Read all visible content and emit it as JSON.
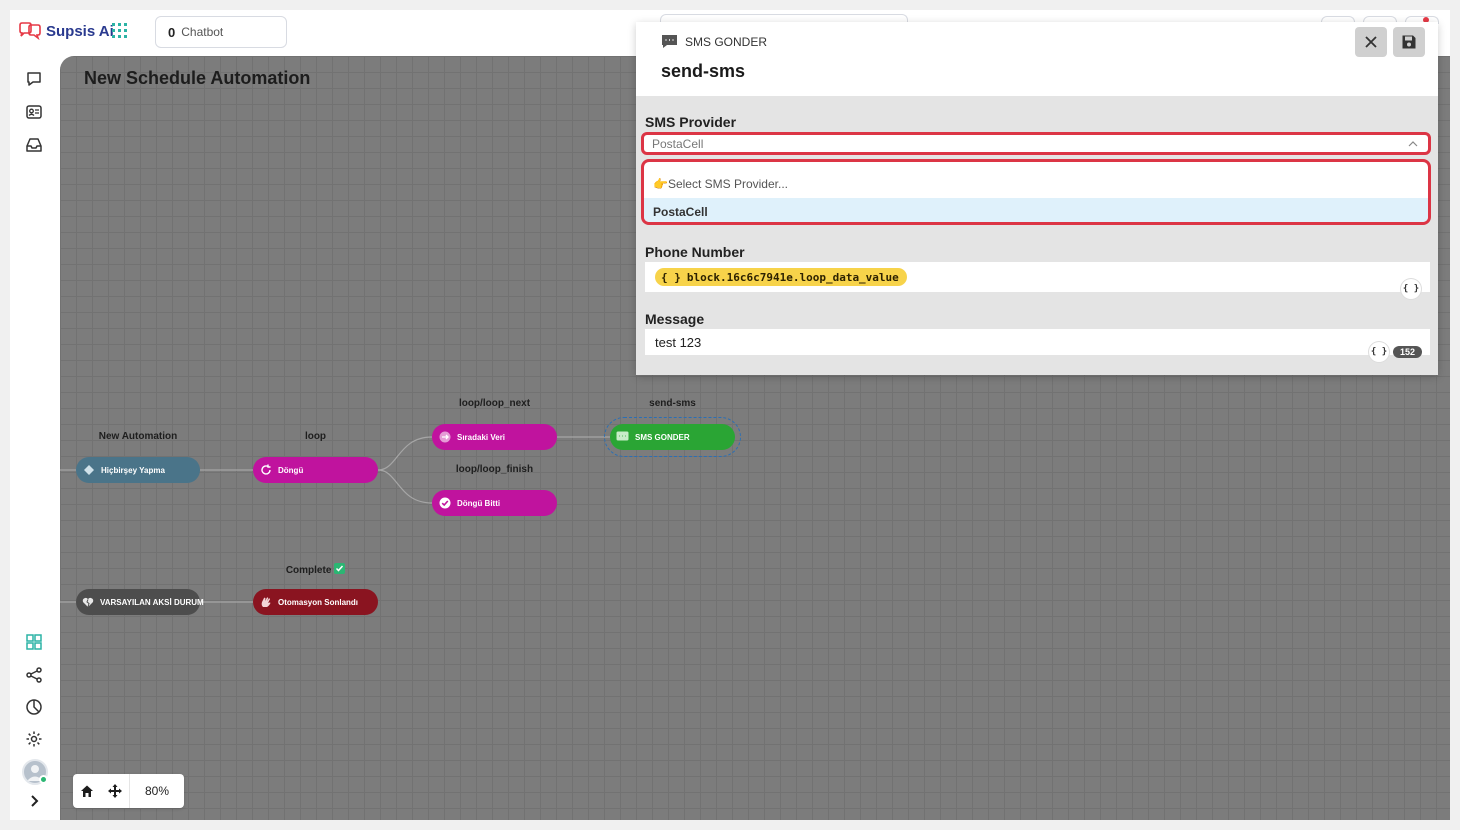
{
  "header": {
    "brand": "Supsis Ai",
    "chatbot_count": "0",
    "chatbot_label": "Chatbot"
  },
  "canvas": {
    "title": "New Schedule Automation",
    "zoom": "80%",
    "nodes": {
      "start_label": "New Automation",
      "start_node": "Hiçbirşey Yapma",
      "loop_label": "loop",
      "loop_node": "Döngü",
      "next_label": "loop/loop_next",
      "next_node": "Sıradaki Veri",
      "finish_label": "loop/loop_finish",
      "finish_node": "Döngü Bitti",
      "sms_label": "send-sms",
      "sms_node": "SMS GONDER",
      "default_node": "VARSAYILAN AKSİ DURUM",
      "complete_label": "Complete",
      "complete_node": "Otomasyon Sonlandı"
    }
  },
  "panel": {
    "type": "SMS GONDER",
    "name": "send-sms",
    "provider": {
      "label": "SMS Provider",
      "value": "PostaCell",
      "options": [
        "👉Select SMS Provider...",
        "PostaCell"
      ],
      "selected_index": 1
    },
    "phone": {
      "label": "Phone Number",
      "variable": "block.16c6c7941e.loop_data_value"
    },
    "message": {
      "label": "Message",
      "value": "test 123",
      "char_count": "152"
    }
  },
  "colors": {
    "brand": "#2a3a8f",
    "loop_node": "#c0139e",
    "sms_node": "#2aa534",
    "start_node": "#4a7489",
    "default_node": "#4d4d4d",
    "complete_node": "#8a1420",
    "highlight_border": "#dc3545",
    "variable_chip": "#f7d34a"
  }
}
